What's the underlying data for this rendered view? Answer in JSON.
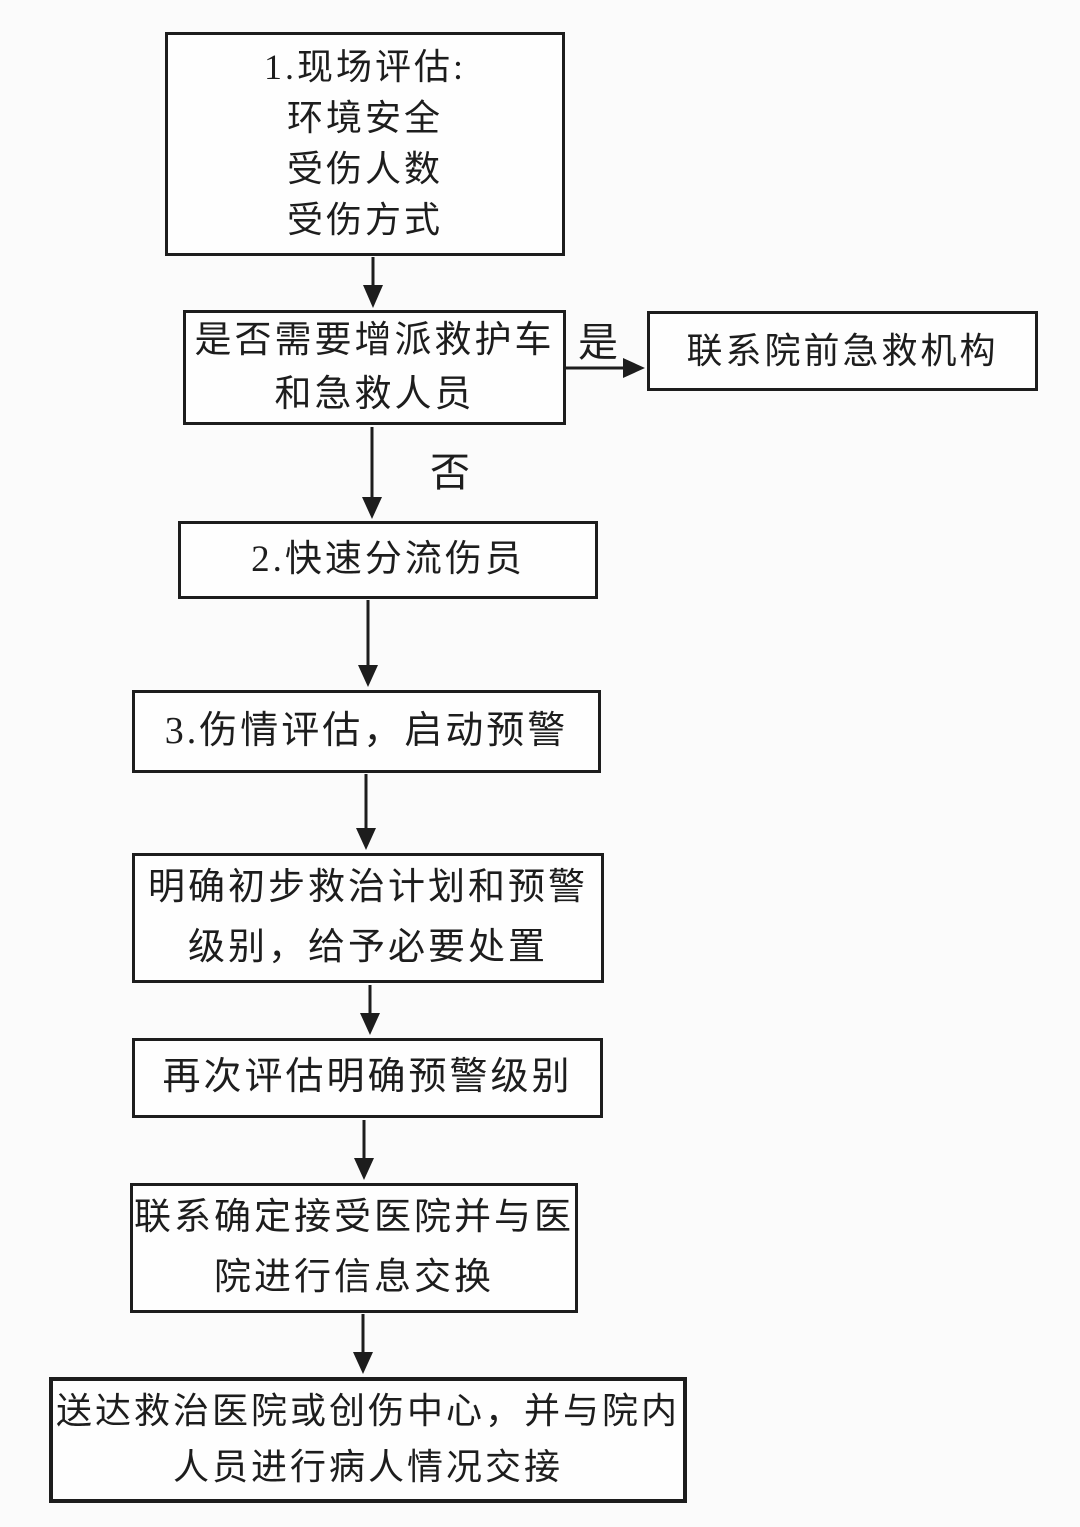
{
  "page": {
    "background": "#fbfbfb",
    "ink_color": "#1d1d1d",
    "diagram_type": "flowchart",
    "language": "zh-CN"
  },
  "nodes": {
    "scene_assessment": {
      "lines": [
        "1.现场评估:",
        "环境安全",
        "受伤人数",
        "受伤方式"
      ]
    },
    "need_backup_decision": {
      "lines": [
        "是否需要增派救护车",
        "和急救人员"
      ]
    },
    "contact_prehospital": {
      "lines": [
        "联系院前急救机构"
      ]
    },
    "rapid_triage": {
      "lines": [
        "2.快速分流伤员"
      ]
    },
    "injury_assessment": {
      "lines": [
        "3.伤情评估，启动预警"
      ]
    },
    "initial_plan": {
      "lines": [
        "明确初步救治计划和预警",
        "级别，给予必要处置"
      ]
    },
    "reassess_warning_level": {
      "lines": [
        "再次评估明确预警级别"
      ]
    },
    "contact_receiving_hospital": {
      "lines": [
        "联系确定接受医院并与医",
        "院进行信息交换"
      ]
    },
    "deliver_and_handover": {
      "lines": [
        "送达救治医院或创伤中心，并与院内",
        "人员进行病人情况交接"
      ]
    }
  },
  "edge_labels": {
    "yes": "是",
    "no": "否"
  }
}
